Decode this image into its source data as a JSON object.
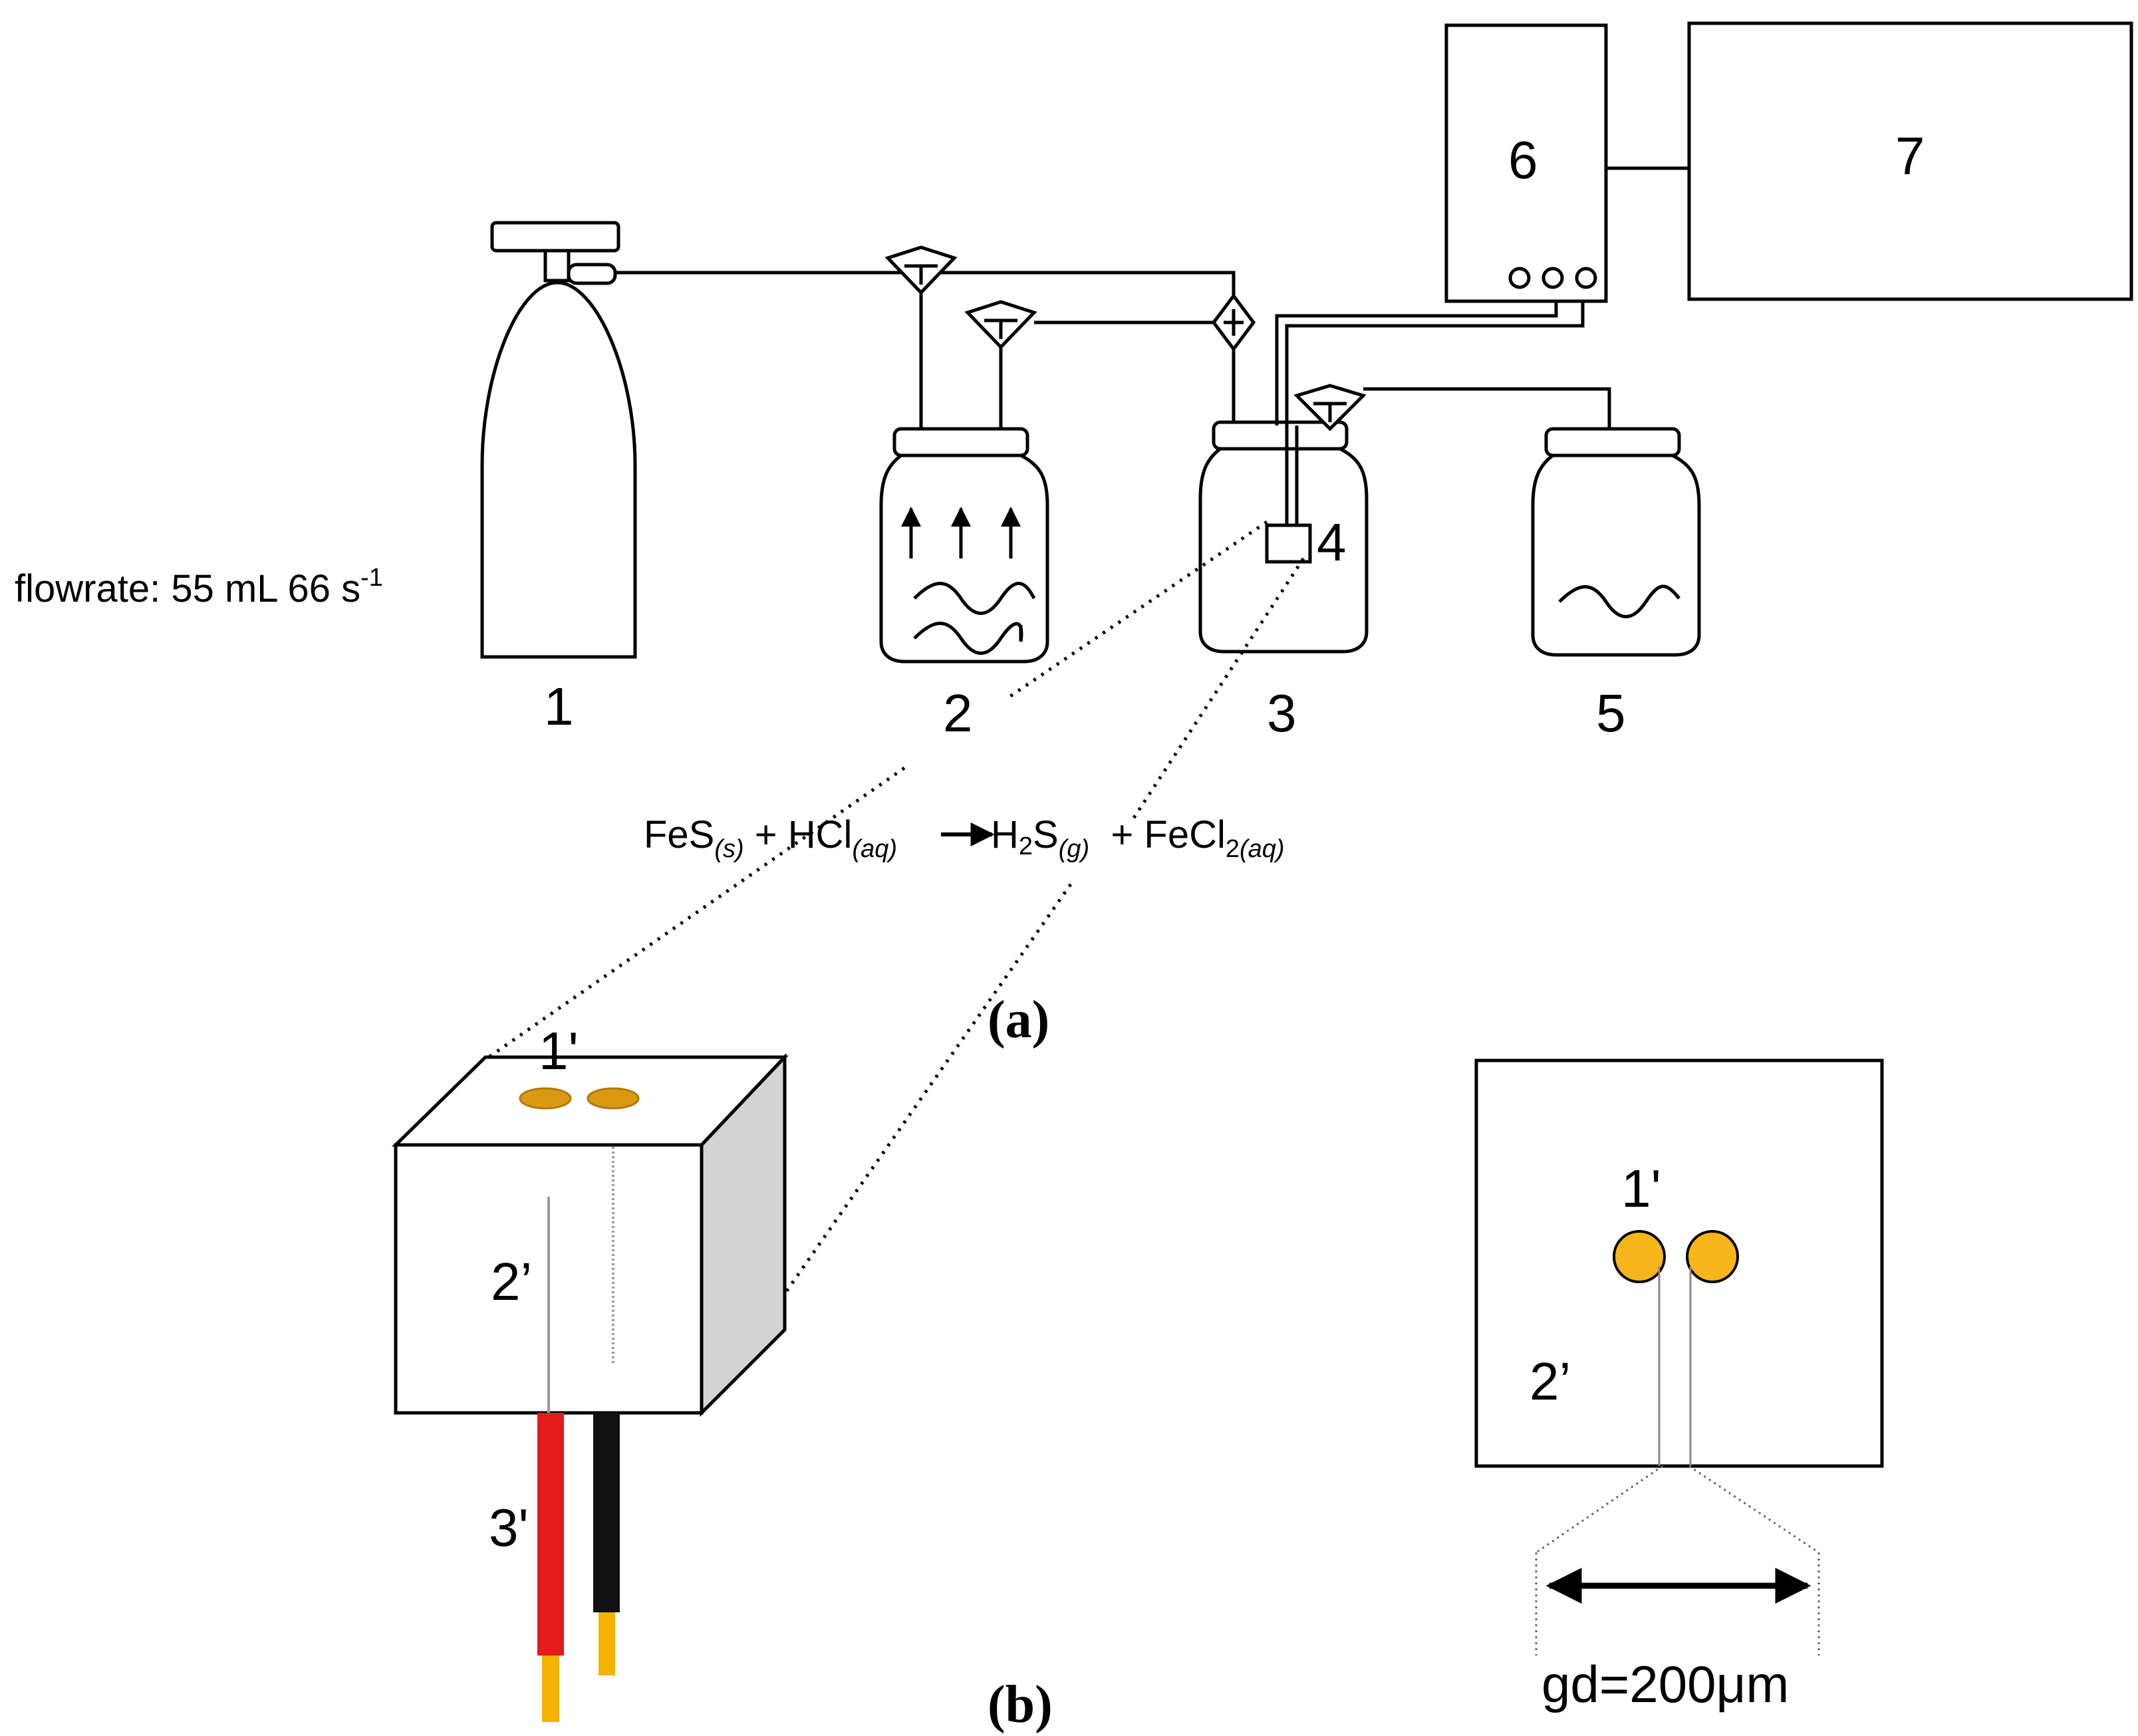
{
  "flowrate": {
    "prefix": "flowrate: 55 mL 66 s",
    "exp": "-1"
  },
  "labels": {
    "cylinder": "1",
    "bottle_generator": "2",
    "chamber": "3",
    "sensor": "4",
    "trap_bottle": "5",
    "instrument": "6",
    "computer": "7"
  },
  "reaction": {
    "fes": "FeS",
    "fes_state": "(s)",
    "plus1": " + HCl",
    "hcl_state": "(aq)",
    "h2s_a": "H",
    "h2s_sub": "2",
    "h2s_b": "S",
    "h2s_state": "(g)",
    "plus2": "  + FeCl",
    "fecl_sub": "2",
    "fecl_state": "(aq)"
  },
  "panel_a": "(a)",
  "panel_b": "(b)",
  "sensor_labels": {
    "electrodes": "1'",
    "substrate": "2’",
    "wires": "3'",
    "electrodes_top": "1'",
    "substrate_top": "2’"
  },
  "gap": "gd=200μm",
  "colors": {
    "electrode_gold": "#f6b619",
    "wire_red": "#e41b1b",
    "wire_black": "#111111",
    "wire_tip": "#f5b301",
    "side_face": "#d3d3d3"
  }
}
